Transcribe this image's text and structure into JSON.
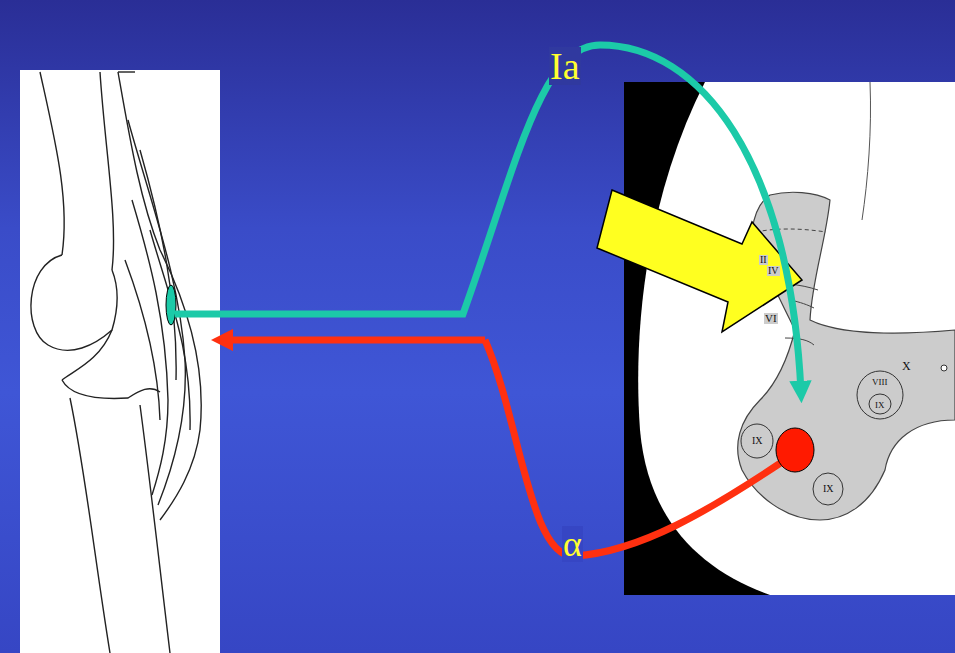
{
  "diagram": {
    "labels": [
      "Ia",
      "II",
      "IV",
      "VI",
      "X",
      "VIII",
      "IX",
      "IX",
      "IX",
      "α"
    ]
  }
}
